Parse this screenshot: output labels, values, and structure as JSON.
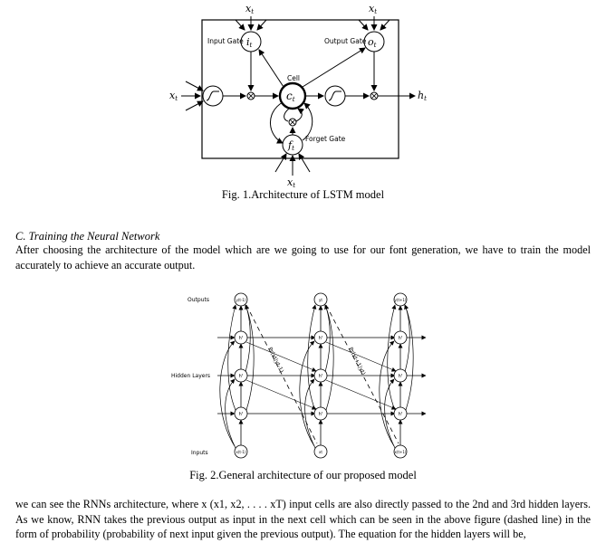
{
  "fig1": {
    "caption": "Fig. 1.Architecture of LSTM model",
    "input_gate_label": "Input Gate",
    "output_gate_label": "Output Gate",
    "forget_gate_label": "Forget Gate",
    "cell_label": "Cell",
    "input_gate_sym": "i",
    "input_gate_sub": "t",
    "output_gate_sym": "o",
    "output_gate_sub": "t",
    "forget_gate_sym": "f",
    "forget_gate_sub": "t",
    "cell_sym": "c",
    "cell_sub": "t",
    "x_sym": "x",
    "x_sub": "t",
    "h_sym": "h",
    "h_sub": "t",
    "mult_sym": "⊗"
  },
  "section": {
    "heading": "C.  Training the Neural Network",
    "paragraph": "After choosing the architecture of the model which are we going to use for our font generation, we have to train the model accurately to achieve an accurate output."
  },
  "fig2": {
    "caption": "Fig. 2.General architecture of our proposed model",
    "outputs_label": "Outputs",
    "hidden_label": "Hidden Layers",
    "inputs_label": "Inputs",
    "out_nodes": [
      "y(t-1)",
      "yt",
      "y(t+1)"
    ],
    "hidden_node": "hᵗ",
    "in_nodes": [
      "x(t-1)",
      "xt",
      "x(t+1)"
    ],
    "prob_left": "Pr(xt|yt-1)",
    "prob_right": "Pr(xt+1|yt)"
  },
  "closing": {
    "paragraph": "we can see the RNNs architecture, where x (x1, x2, . . . . xT) input cells are also directly passed to the 2nd and 3rd hidden layers. As we know, RNN takes the previous output as input in the next cell which can be seen in the above figure (dashed line) in the form of probability (probability of next input given the previous output). The equation for the hidden layers will be,"
  }
}
